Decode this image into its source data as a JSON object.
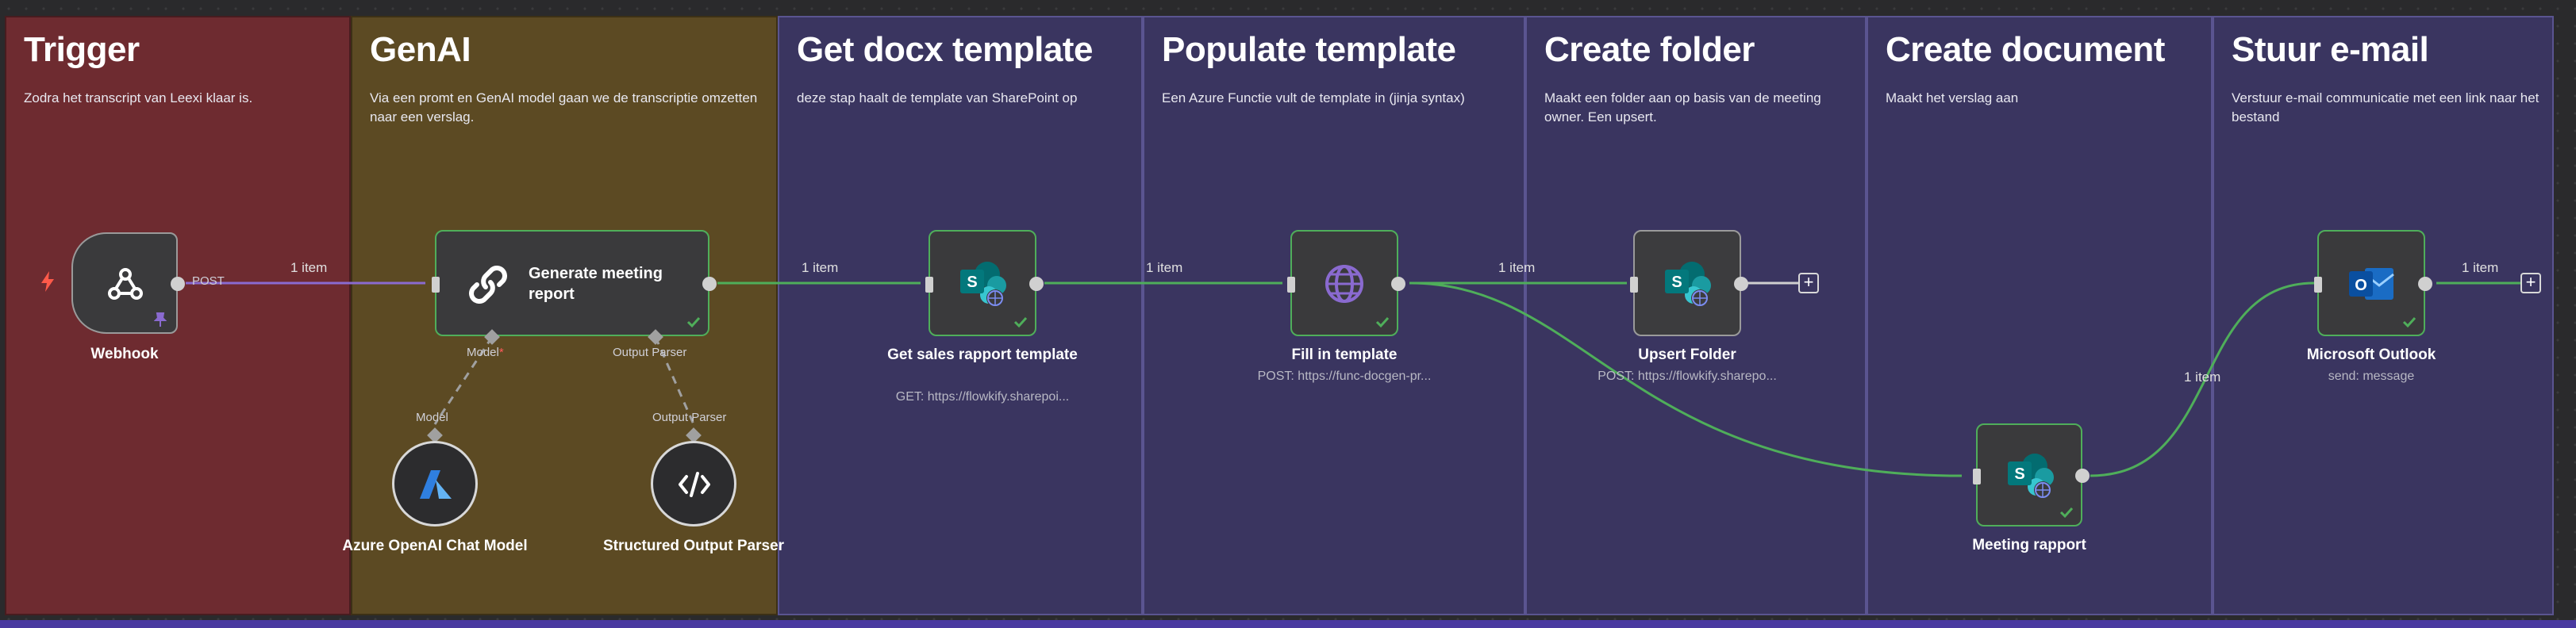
{
  "sections": {
    "trigger": {
      "title": "Trigger",
      "desc": "Zodra het transcript van Leexi klaar is."
    },
    "genai": {
      "title": "GenAI",
      "desc": "Via een promt en GenAI model gaan we de transcriptie omzetten naar een verslag."
    },
    "docx": {
      "title": "Get docx template",
      "desc": "deze stap haalt de template van SharePoint op"
    },
    "populate": {
      "title": "Populate template",
      "desc": "Een Azure Functie vult de template in (jinja syntax)"
    },
    "folder": {
      "title": "Create folder",
      "desc": "Maakt een folder aan op basis van de meeting owner. Een upsert."
    },
    "document": {
      "title": "Create document",
      "desc": "Maakt het verslag aan"
    },
    "email": {
      "title": "Stuur e-mail",
      "desc": "Verstuur e-mail communicatie met een link naar het bestand"
    }
  },
  "nodes": {
    "webhook": {
      "label": "Webhook",
      "port_label": "POST",
      "icon": "webhook-icon",
      "trigger_icon": "lightning-icon",
      "pin_icon": "pin-icon"
    },
    "generate": {
      "label": "Generate meeting report",
      "icon": "link-icon",
      "model_port": "Model",
      "model_required": "*",
      "parser_port": "Output Parser"
    },
    "azure": {
      "label": "Azure OpenAI Chat Model",
      "port_label": "Model",
      "icon": "azure-icon"
    },
    "parser": {
      "label": "Structured Output Parser",
      "port_label": "Output Parser",
      "icon": "code-icon"
    },
    "get_template": {
      "label": "Get sales rapport template",
      "sub": "GET: https://flowkify.sharepoi...",
      "icon": "sharepoint-icon"
    },
    "fill": {
      "label": "Fill in template",
      "sub": "POST: https://func-docgen-pr...",
      "icon": "globe-icon"
    },
    "upsert": {
      "label": "Upsert Folder",
      "sub": "POST: https://flowkify.sharepo...",
      "icon": "sharepoint-icon"
    },
    "meeting": {
      "label": "Meeting rapport",
      "icon": "sharepoint-icon"
    },
    "outlook": {
      "label": "Microsoft Outlook",
      "sub": "send: message",
      "icon": "outlook-icon"
    }
  },
  "edges": {
    "webhook_generate": "1 item",
    "generate_get": "1 item",
    "get_fill": "1 item",
    "fill_upsert": "1 item",
    "meeting_outlook": "1 item",
    "outlook_out": "1 item"
  },
  "colors": {
    "success": "#4fae5a",
    "trigger": "#6e2b30",
    "genai": "#5c4a23",
    "step": "#3a3560",
    "wire": "#4fae5a",
    "trigger_wire": "#8a6ad0"
  }
}
